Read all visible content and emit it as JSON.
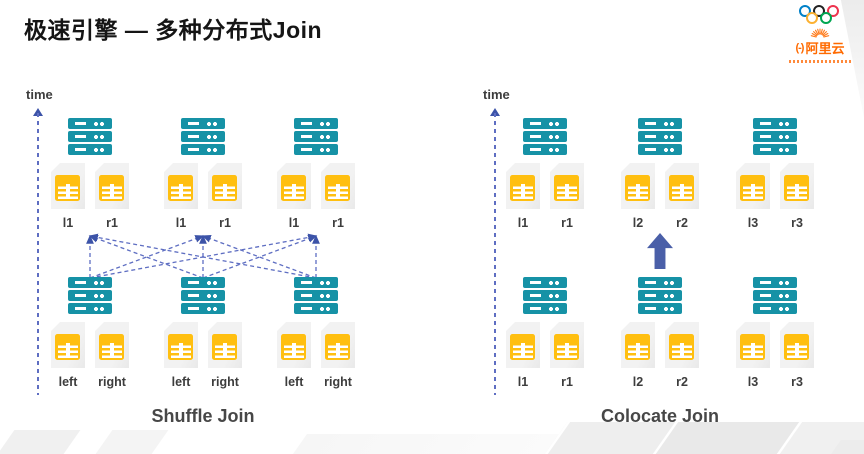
{
  "title": "极速引擎 — 多种分布式Join",
  "logo": {
    "mark": "(-)",
    "brand": "阿里云"
  },
  "shuffle": {
    "axis_label": "time",
    "caption": "Shuffle Join",
    "top_groups": [
      {
        "left": "l1",
        "right": "r1"
      },
      {
        "left": "l1",
        "right": "r1"
      },
      {
        "left": "l1",
        "right": "r1"
      }
    ],
    "bottom_groups": [
      {
        "left": "left",
        "right": "right"
      },
      {
        "left": "left",
        "right": "right"
      },
      {
        "left": "left",
        "right": "right"
      }
    ]
  },
  "colocate": {
    "axis_label": "time",
    "caption": "Colocate Join",
    "top_groups": [
      {
        "left": "l1",
        "right": "r1"
      },
      {
        "left": "l2",
        "right": "r2"
      },
      {
        "left": "l3",
        "right": "r3"
      }
    ],
    "bottom_groups": [
      {
        "left": "l1",
        "right": "r1"
      },
      {
        "left": "l2",
        "right": "r2"
      },
      {
        "left": "l3",
        "right": "r3"
      }
    ]
  },
  "colors": {
    "server": "#1692A6",
    "table": "#FFBF10",
    "dashed_arrow": "#5E6EC2",
    "solid_arrow": "#4A5FA8",
    "brand_orange": "#FF6A00"
  }
}
